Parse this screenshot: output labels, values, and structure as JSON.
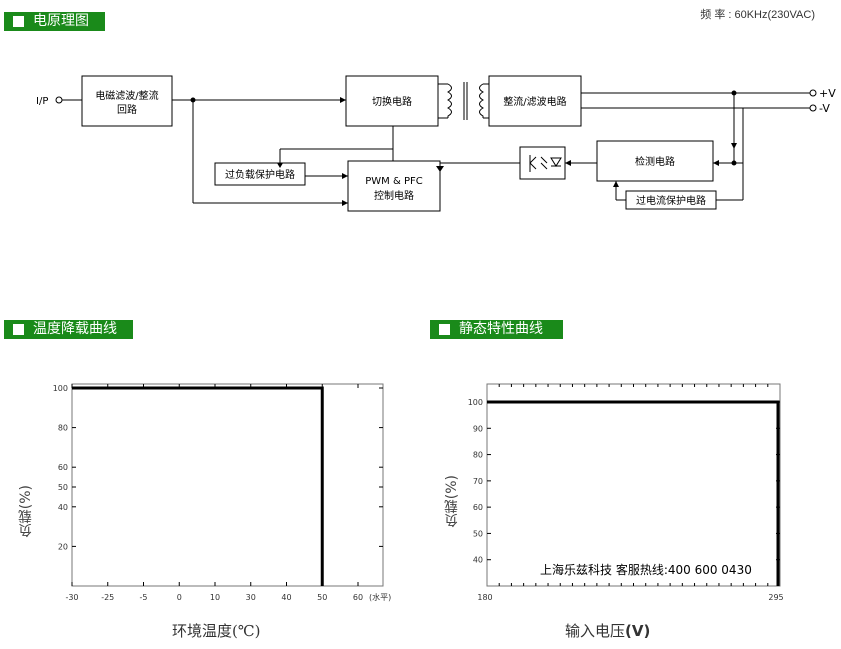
{
  "headers": {
    "schematic": "电原理图",
    "derating": "温度降载曲线",
    "static": "静态特性曲线"
  },
  "frequency": "频 率 : 60KHz(230VAC)",
  "block_diagram": {
    "input_label": "I/P",
    "emi_filter": [
      "电磁滤波/整流",
      "回路"
    ],
    "switching": "切换电路",
    "rectifier": "整流/滤波电路",
    "overload": "过负载保护电路",
    "pwm": [
      "PWM & PFC",
      "控制电路"
    ],
    "detection": "检测电路",
    "overcurrent": "过电流保护电路",
    "out_pos": "+V",
    "out_neg": "-V"
  },
  "derating_chart": {
    "ylabel": "负载(%)",
    "xlabel": "环境温度(℃)",
    "x_unit": "(水平)"
  },
  "static_chart": {
    "ylabel": "负载(%)",
    "xlabel_prefix": "输入电压",
    "xlabel_unit": "(V)",
    "watermark": "上海乐兹科技 客服热线:400 600 0430"
  },
  "chart_data": [
    {
      "type": "line",
      "x_ticks": [
        -30,
        -25,
        -5,
        0,
        10,
        30,
        40,
        50,
        60
      ],
      "y_ticks": [
        100,
        80,
        60,
        50,
        40,
        20
      ],
      "xlim": [
        -30,
        70
      ],
      "ylim": [
        0,
        100
      ],
      "series": [
        {
          "x": [
            -30,
            50,
            50
          ],
          "y": [
            100,
            100,
            0
          ]
        }
      ]
    },
    {
      "type": "line",
      "x_ticks": [
        180,
        295
      ],
      "y_ticks": [
        100,
        90,
        80,
        70,
        60,
        50,
        40
      ],
      "xlim": [
        180,
        295
      ],
      "ylim": [
        30,
        100
      ],
      "series": [
        {
          "x": [
            180,
            295,
            295
          ],
          "y": [
            100,
            100,
            30
          ]
        }
      ]
    }
  ]
}
